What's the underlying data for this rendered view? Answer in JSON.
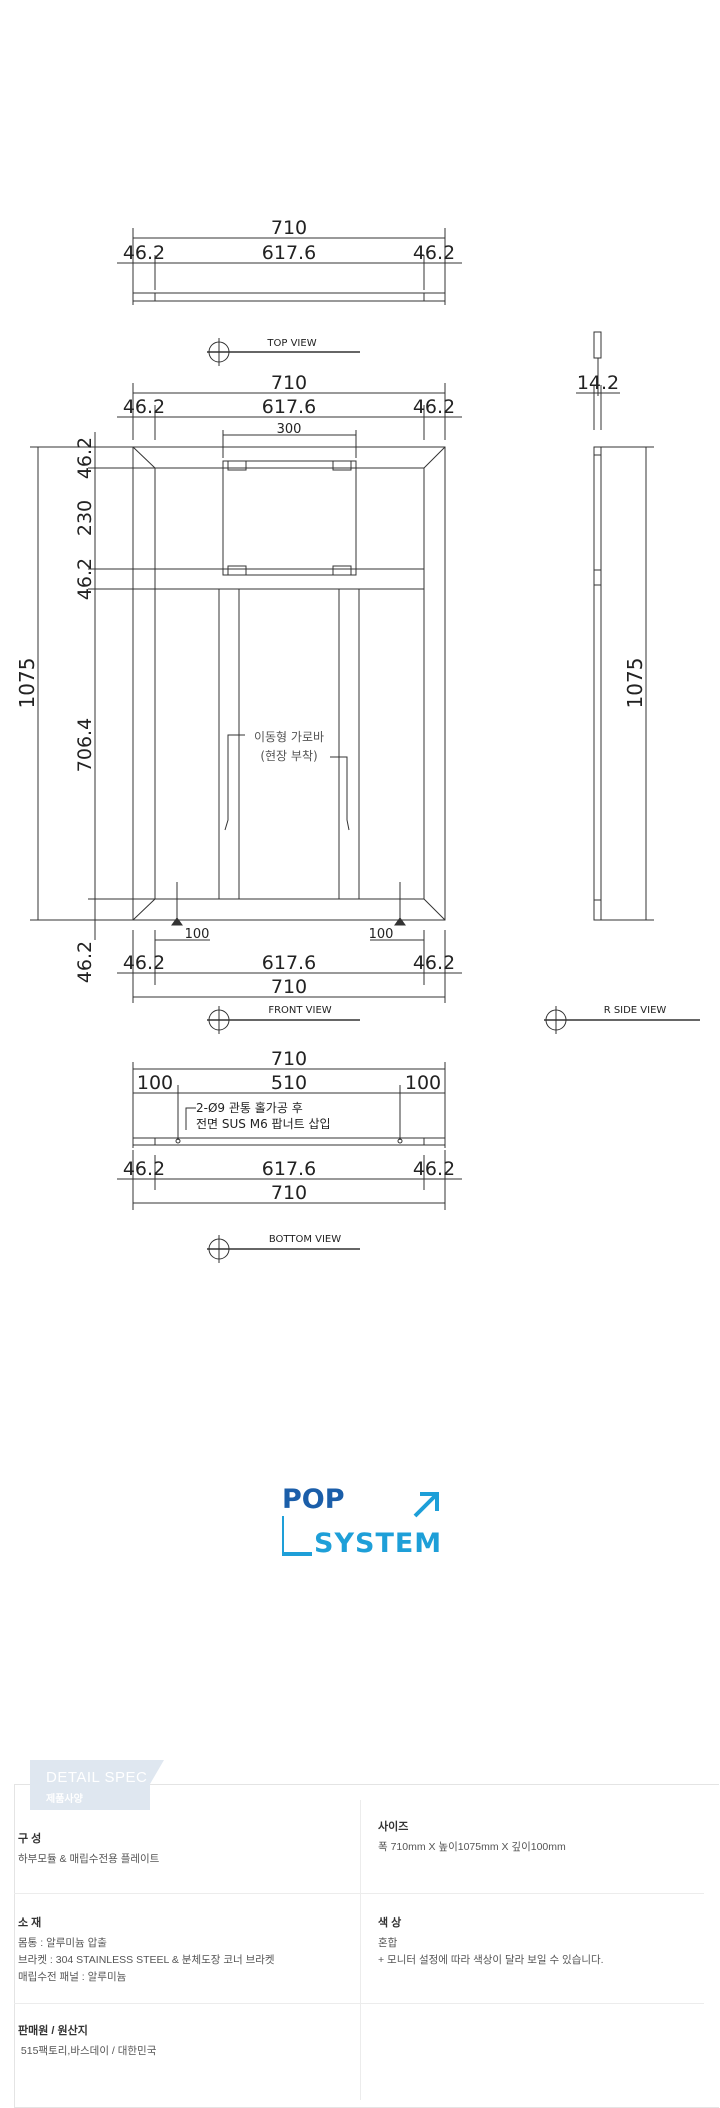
{
  "drawing": {
    "top_view": {
      "total": "710",
      "side_left": "46.2",
      "middle": "617.6",
      "side_right": "46.2",
      "label": "TOP VIEW"
    },
    "front_view": {
      "top_total": "710",
      "top_side_left": "46.2",
      "top_middle": "617.6",
      "top_side_right": "46.2",
      "plate_width": "300",
      "v_46_2_a": "46.2",
      "v_230": "230",
      "v_46_2_b": "46.2",
      "v_706_4": "706.4",
      "v_46_2_c": "46.2",
      "v_1075": "1075",
      "note_line1": "이동형 가로바",
      "note_line2": "(현장 부착)",
      "foot_left": "100",
      "foot_right": "100",
      "bottom_side_left": "46.2",
      "bottom_middle": "617.6",
      "bottom_side_right": "46.2",
      "bottom_total": "710",
      "label": "FRONT VIEW"
    },
    "side_view": {
      "depth": "14.2",
      "height": "1075",
      "label": "R SIDE VIEW"
    },
    "bottom_view": {
      "total": "710",
      "left_100": "100",
      "middle_510": "510",
      "right_100": "100",
      "note_line1": "2-Ø9 관통 홀가공 후",
      "note_line2": "전면 SUS M6 팝너트 삽입",
      "side_left": "46.2",
      "middle": "617.6",
      "side_right": "46.2",
      "total_bottom": "710",
      "label": "BOTTOM VIEW"
    }
  },
  "logo": {
    "line1": "POP",
    "line2": "SYSTEM",
    "dark_color": "#1b5ea9",
    "light_color": "#1e9fd8"
  },
  "spec": {
    "tab_title": "DETAIL SPEC",
    "tab_subtitle": "제품사양",
    "composition_label": "구 성",
    "composition_value": "하부모듈 & 매립수전용 플레이트",
    "size_label": "사이즈",
    "size_value": "폭 710mm X 높이1075mm X 깊이100mm",
    "material_label": "소 재",
    "material_lines": [
      "몸통 : 알루미늄 압출",
      "브라켓 : 304 STAINLESS STEEL & 분체도장 코너 브라켓",
      "매립수전 패널 : 알루미늄"
    ],
    "color_label": "색 상",
    "color_lines": [
      "혼합",
      "+ 모니터 설정에 따라 색상이 달라 보일 수 있습니다."
    ],
    "seller_label": "판매원 / 원산지",
    "seller_value": " 515팩토리,바스데이 / 대한민국"
  }
}
